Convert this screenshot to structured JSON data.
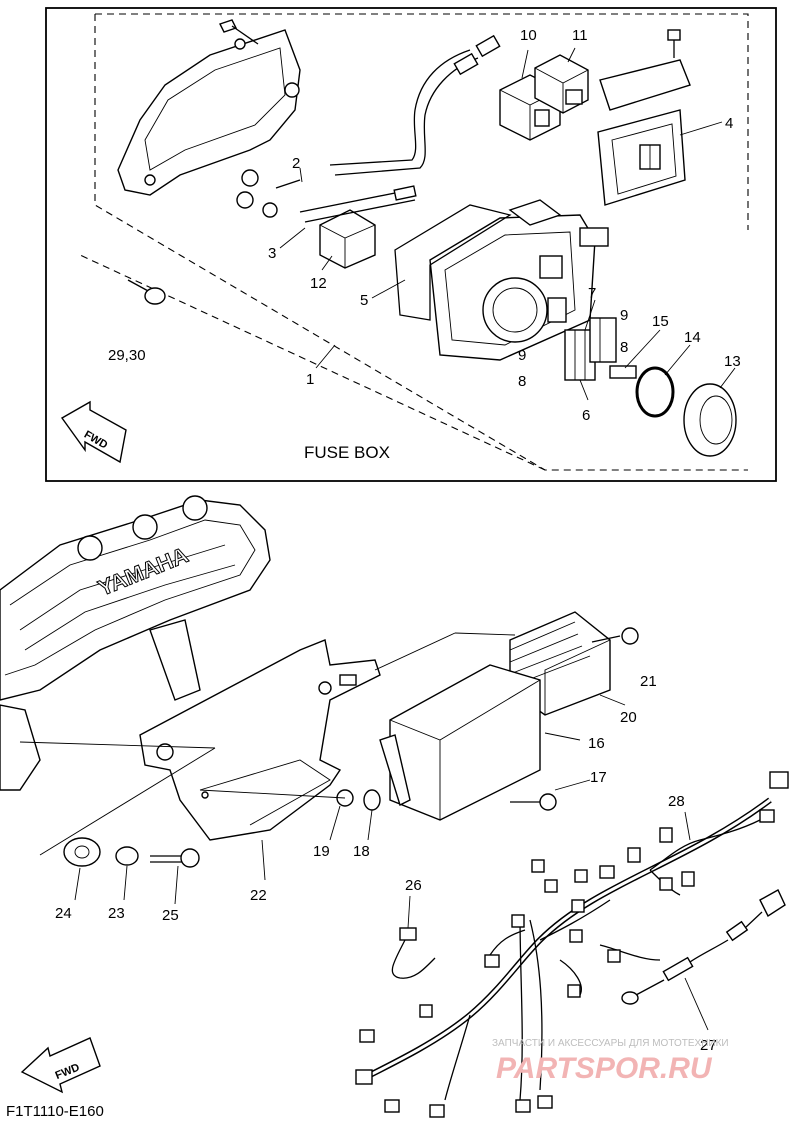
{
  "diagram": {
    "fuse_box_label": "FUSE BOX",
    "figure_code": "F1T1110-E160",
    "fwd_label": "FWD",
    "engine_text": "YAMAHA",
    "watermark": {
      "line1": "ЗАПЧАСТИ И АКСЕССУАРЫ ДЛЯ МОТОТЕХНИКИ",
      "line2": "PARTSPOR.RU"
    },
    "callouts": {
      "c1": "1",
      "c2": "2",
      "c3": "3",
      "c4": "4",
      "c5": "5",
      "c6": "6",
      "c7": "7",
      "c8a": "8",
      "c8b": "8",
      "c9a": "9",
      "c9b": "9",
      "c10": "10",
      "c11": "11",
      "c12": "12",
      "c13": "13",
      "c14": "14",
      "c15": "15",
      "c16": "16",
      "c17": "17",
      "c18": "18",
      "c19": "19",
      "c20": "20",
      "c21": "21",
      "c22": "22",
      "c23": "23",
      "c24": "24",
      "c25": "25",
      "c26": "26",
      "c27": "27",
      "c28": "28",
      "c2930": "29,30"
    }
  }
}
